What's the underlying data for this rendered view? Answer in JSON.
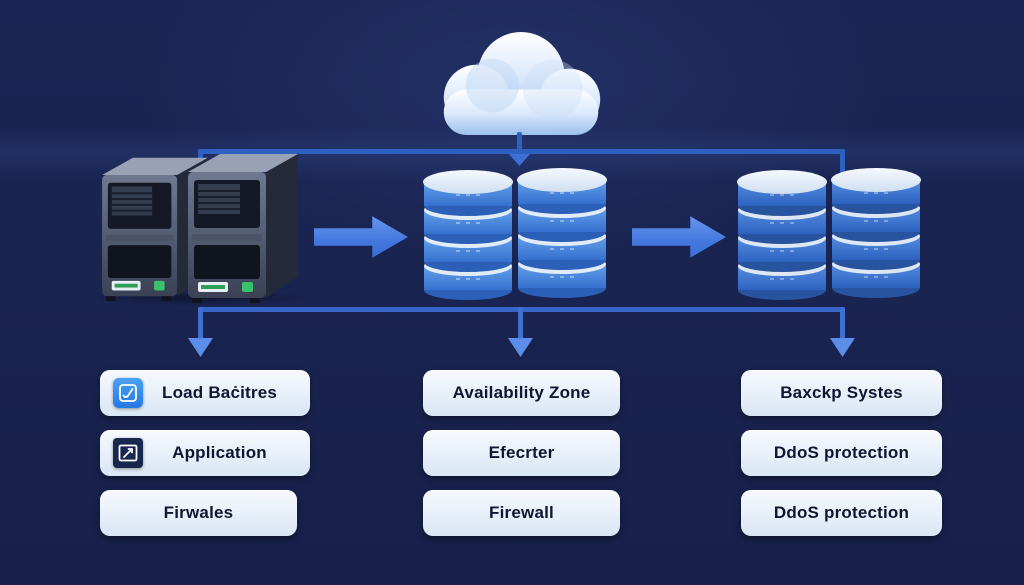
{
  "diagram_title": "cloud-architecture-diagram",
  "columns": [
    {
      "boxes": [
        {
          "label": "Load Baċitres",
          "icon": "chart-line-icon"
        },
        {
          "label": "Application",
          "icon": "trend-arrow-icon"
        },
        {
          "label": "Firwales",
          "icon": null
        }
      ]
    },
    {
      "boxes": [
        {
          "label": "Availability Zone",
          "icon": null
        },
        {
          "label": "Efecrter",
          "icon": null
        },
        {
          "label": "Firewall",
          "icon": null
        }
      ]
    },
    {
      "boxes": [
        {
          "label": "Baxckp Systes",
          "icon": null
        },
        {
          "label": "DdoS protection",
          "icon": null
        },
        {
          "label": "DdoS protection",
          "icon": null
        }
      ]
    }
  ],
  "nodes": {
    "cloud": "cloud-icon",
    "servers": "server-towers-icon",
    "primary_databases": "database-stack-icon",
    "backup_databases": "database-stack-icon"
  },
  "colors": {
    "background": "#1a2451",
    "connector_line": "#2e60c2",
    "flow_arrow": "#4377de",
    "down_arrow": "#5b8ee8",
    "box_background": "#e9f1fb",
    "box_text": "#101631",
    "disk_blue": "#4a86de",
    "icon_blue": "#2e7ce9",
    "cloud_blue": "#a9c9f1"
  }
}
